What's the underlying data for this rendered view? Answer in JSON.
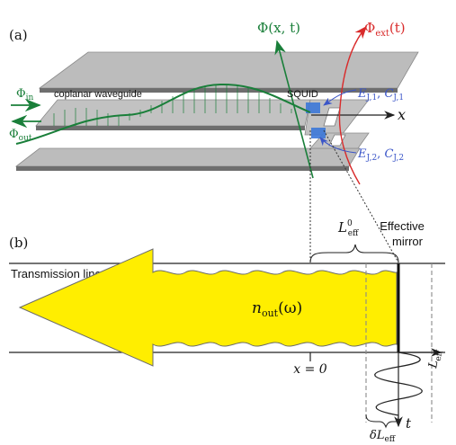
{
  "panel_a": {
    "label": "(a)",
    "waveguide_label": "coplanar waveguide",
    "squid_label": "SQUID",
    "phi_xt_label": "Φ(x, t)",
    "phi_ext_label": "Φ",
    "phi_ext_sub": "ext",
    "phi_ext_arg": "(t)",
    "phi_in_label": "Φ",
    "phi_in_sub": "in",
    "phi_out_label": "Φ",
    "phi_out_sub": "out",
    "x_axis_label": "x",
    "ej1_label": "E",
    "ej1_sub": "J,1",
    "cj1_label": "C",
    "cj1_sub": "J,1",
    "ej2_label": "E",
    "ej2_sub": "J,2",
    "cj2_label": "C",
    "cj2_sub": "J,2"
  },
  "panel_b": {
    "label": "(b)",
    "line_label": "Transmission line",
    "leff0_label": "L",
    "leff0_sup": "0",
    "leff0_sub": "eff",
    "mirror_label_1": "Effective",
    "mirror_label_2": "mirror",
    "nout_label": "n",
    "nout_sub": "out",
    "nout_arg": "(ω)",
    "x0_label": "x = 0",
    "leff_axis_label": "L",
    "leff_axis_sub": "eff",
    "t_axis_label": "t",
    "dleff_label": "δL",
    "dleff_sub": "eff"
  },
  "colors": {
    "green": "#1a7f3a",
    "red": "#d92b2b",
    "blue": "#3a55c8",
    "junction": "#3c78d8",
    "yellow": "#ffee00",
    "gray": "#b8b8b8",
    "dark": "#222222"
  }
}
